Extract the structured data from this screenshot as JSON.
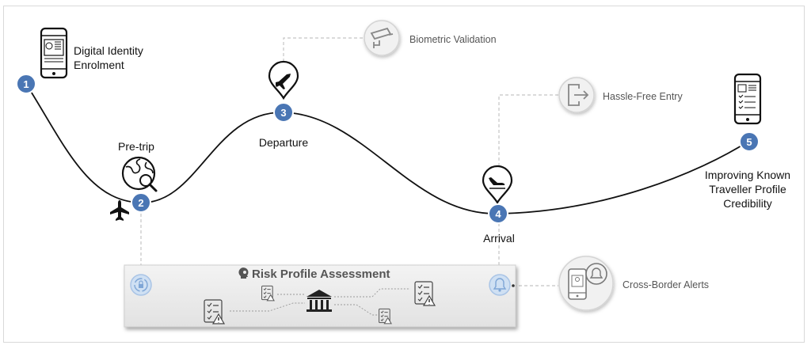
{
  "steps": {
    "s1": {
      "number": "1",
      "label": "Digital Identity\nEnrolment"
    },
    "s2": {
      "number": "2",
      "label": "Pre-trip"
    },
    "s3": {
      "number": "3",
      "label": "Departure"
    },
    "s4": {
      "number": "4",
      "label": "Arrival"
    },
    "s5": {
      "number": "5",
      "label": "Improving Known\nTraveller Profile\nCredibility"
    }
  },
  "callouts": {
    "biometric": "Biometric Validation",
    "hassle_free": "Hassle-Free Entry",
    "cross_border": "Cross-Border Alerts"
  },
  "risk_panel": {
    "title": "Risk Profile Assessment"
  },
  "icons": {
    "phone_identity": "phone-id-card-icon",
    "globe_search": "globe-search-icon",
    "plane": "airplane-icon",
    "departure_pin": "departure-pin-icon",
    "arrival_pin": "arrival-pin-icon",
    "camera": "security-camera-icon",
    "exit": "exit-door-icon",
    "alert_phone": "phone-bell-icon",
    "checklist_phone": "phone-checklist-icon",
    "bank": "government-building-icon",
    "checklist_warning": "checklist-warning-icon",
    "bell": "bell-icon",
    "cycle_lock": "cycle-lock-icon"
  },
  "colors": {
    "step_blue": "#4a76b4",
    "callout_grey": "#8a8a8a",
    "dashed": "#c4c4c4",
    "panel_bg": "#ececec"
  }
}
